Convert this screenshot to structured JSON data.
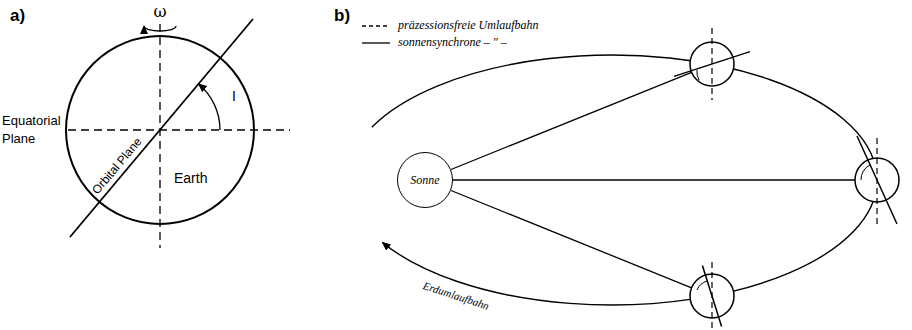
{
  "diagram": {
    "nodes": [
      {
        "text": [
          "Earth"
        ]
      },
      {
        "text": [
          "Sonne"
        ]
      }
    ],
    "labels": [
      "a)",
      "ω",
      "Equatorial Plane",
      "Orbital Plane",
      "I",
      "b)",
      "Erdumlaufbahn"
    ],
    "legend": [
      {
        "text": "präzessionsfreie Umlaufbahn"
      },
      {
        "text": "sonnensynchrone – ″ –"
      }
    ]
  }
}
